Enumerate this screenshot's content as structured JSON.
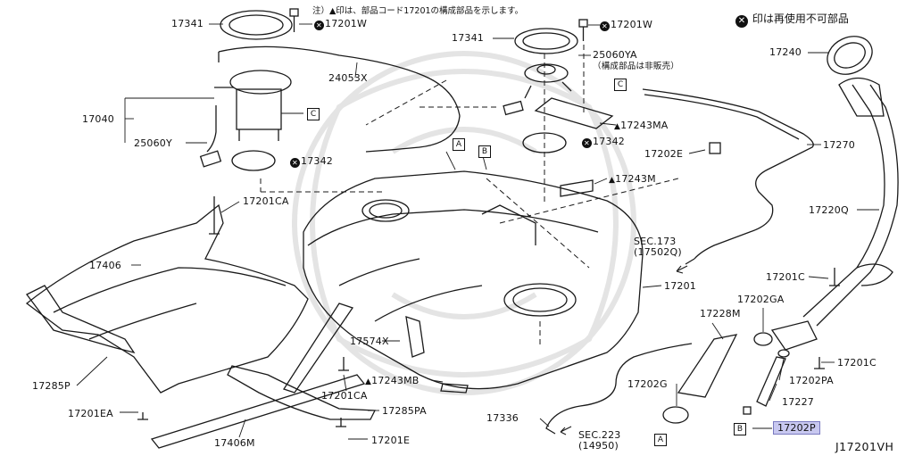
{
  "diagram_id": "J17201VH",
  "note_text": "注）▲印は、部品コード17201の構成部品を示します。",
  "legend_text": "印は再使用不可部品",
  "legend_mark": "✕",
  "parts": {
    "p17341_a": "17341",
    "p17201w_a": "17201W",
    "p17341_b": "17341",
    "p17201w_b": "17201W",
    "p17240": "17240",
    "p25060ya": "25060YA",
    "p25060ya_note": "（構成部品は非販売）",
    "p24053x": "24053X",
    "p17243ma": "17243MA",
    "p17040": "17040",
    "p17342_a": "17342",
    "p17202e": "17202E",
    "p17270": "17270",
    "p25060y": "25060Y",
    "p17342_b": "17342",
    "p17243m": "17243M",
    "p17220q": "17220Q",
    "p17201ca_a": "17201CA",
    "p17406": "17406",
    "p17201": "17201",
    "p17201c_a": "17201C",
    "p17228m": "17228M",
    "p17202ga": "17202GA",
    "p17574x": "17574X",
    "p17201c_b": "17201C",
    "p17285p": "17285P",
    "p17243mb": "17243MB",
    "p17202pa": "17202PA",
    "p17201ca_b": "17201CA",
    "p17202g": "17202G",
    "p17227": "17227",
    "p17201ea": "17201EA",
    "p17285pa": "17285PA",
    "p17336": "17336",
    "p17202p": "17202P",
    "p17406m": "17406M",
    "p17201e": "17201E"
  },
  "sections": {
    "sec173_line1": "SEC.173",
    "sec173_line2": "(17502Q)",
    "sec223_line1": "SEC.223",
    "sec223_line2": "(14950)"
  },
  "refs": {
    "a": "A",
    "b": "B",
    "c": "C"
  },
  "triangle": "▲",
  "colors": {
    "line": "#1a1a1a",
    "highlight": "#c8c8f0",
    "watermark": "#e6e6e6"
  }
}
